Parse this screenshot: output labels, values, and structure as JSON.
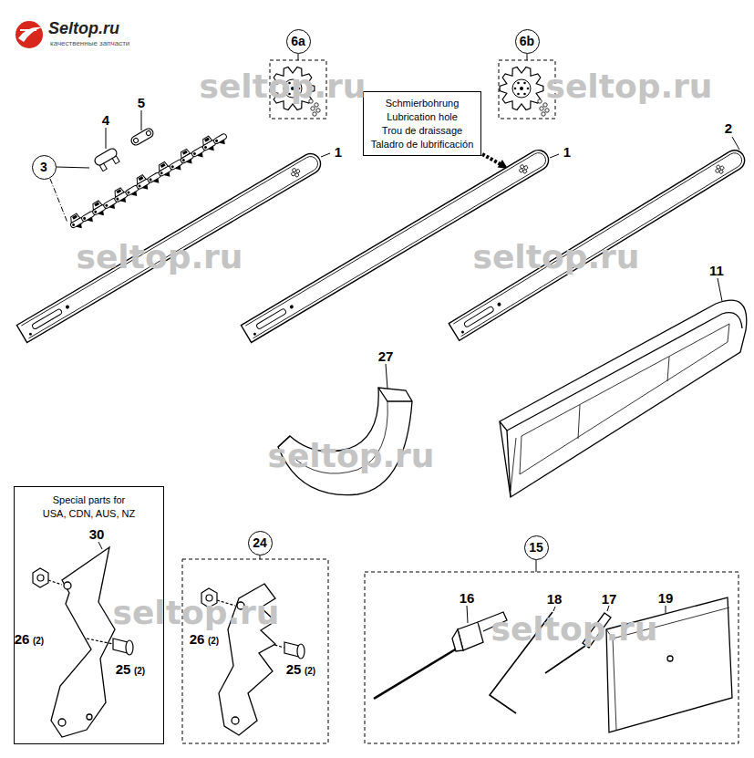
{
  "diagram": {
    "nodes": [
      {
        "text": [
          "6a"
        ]
      },
      {
        "text": [
          "6b"
        ]
      },
      {
        "text": [
          "Schmierbohrung",
          "Lubrication hole",
          "Trou de draissage",
          "Taladro de lubrificación"
        ]
      },
      {
        "text": [
          "3"
        ]
      },
      {
        "text": [
          "Special parts for USA, CDN, AUS, NZ"
        ]
      },
      {
        "text": [
          "24"
        ]
      },
      {
        "text": [
          "15"
        ]
      }
    ],
    "labels": [
      "Seltop.ru",
      "качественные запчасти",
      "4",
      "5",
      "1",
      "1",
      "2",
      "11",
      "27",
      "30",
      "26",
      "(2)",
      "25",
      "(2)",
      "26",
      "(2)",
      "25",
      "(2)",
      "16",
      "18",
      "17",
      "19",
      "seltop.ru",
      "seltop.ru",
      "seltop.ru",
      "seltop.ru",
      "seltop.ru",
      "seltop.ru",
      "seltop.ru"
    ]
  }
}
